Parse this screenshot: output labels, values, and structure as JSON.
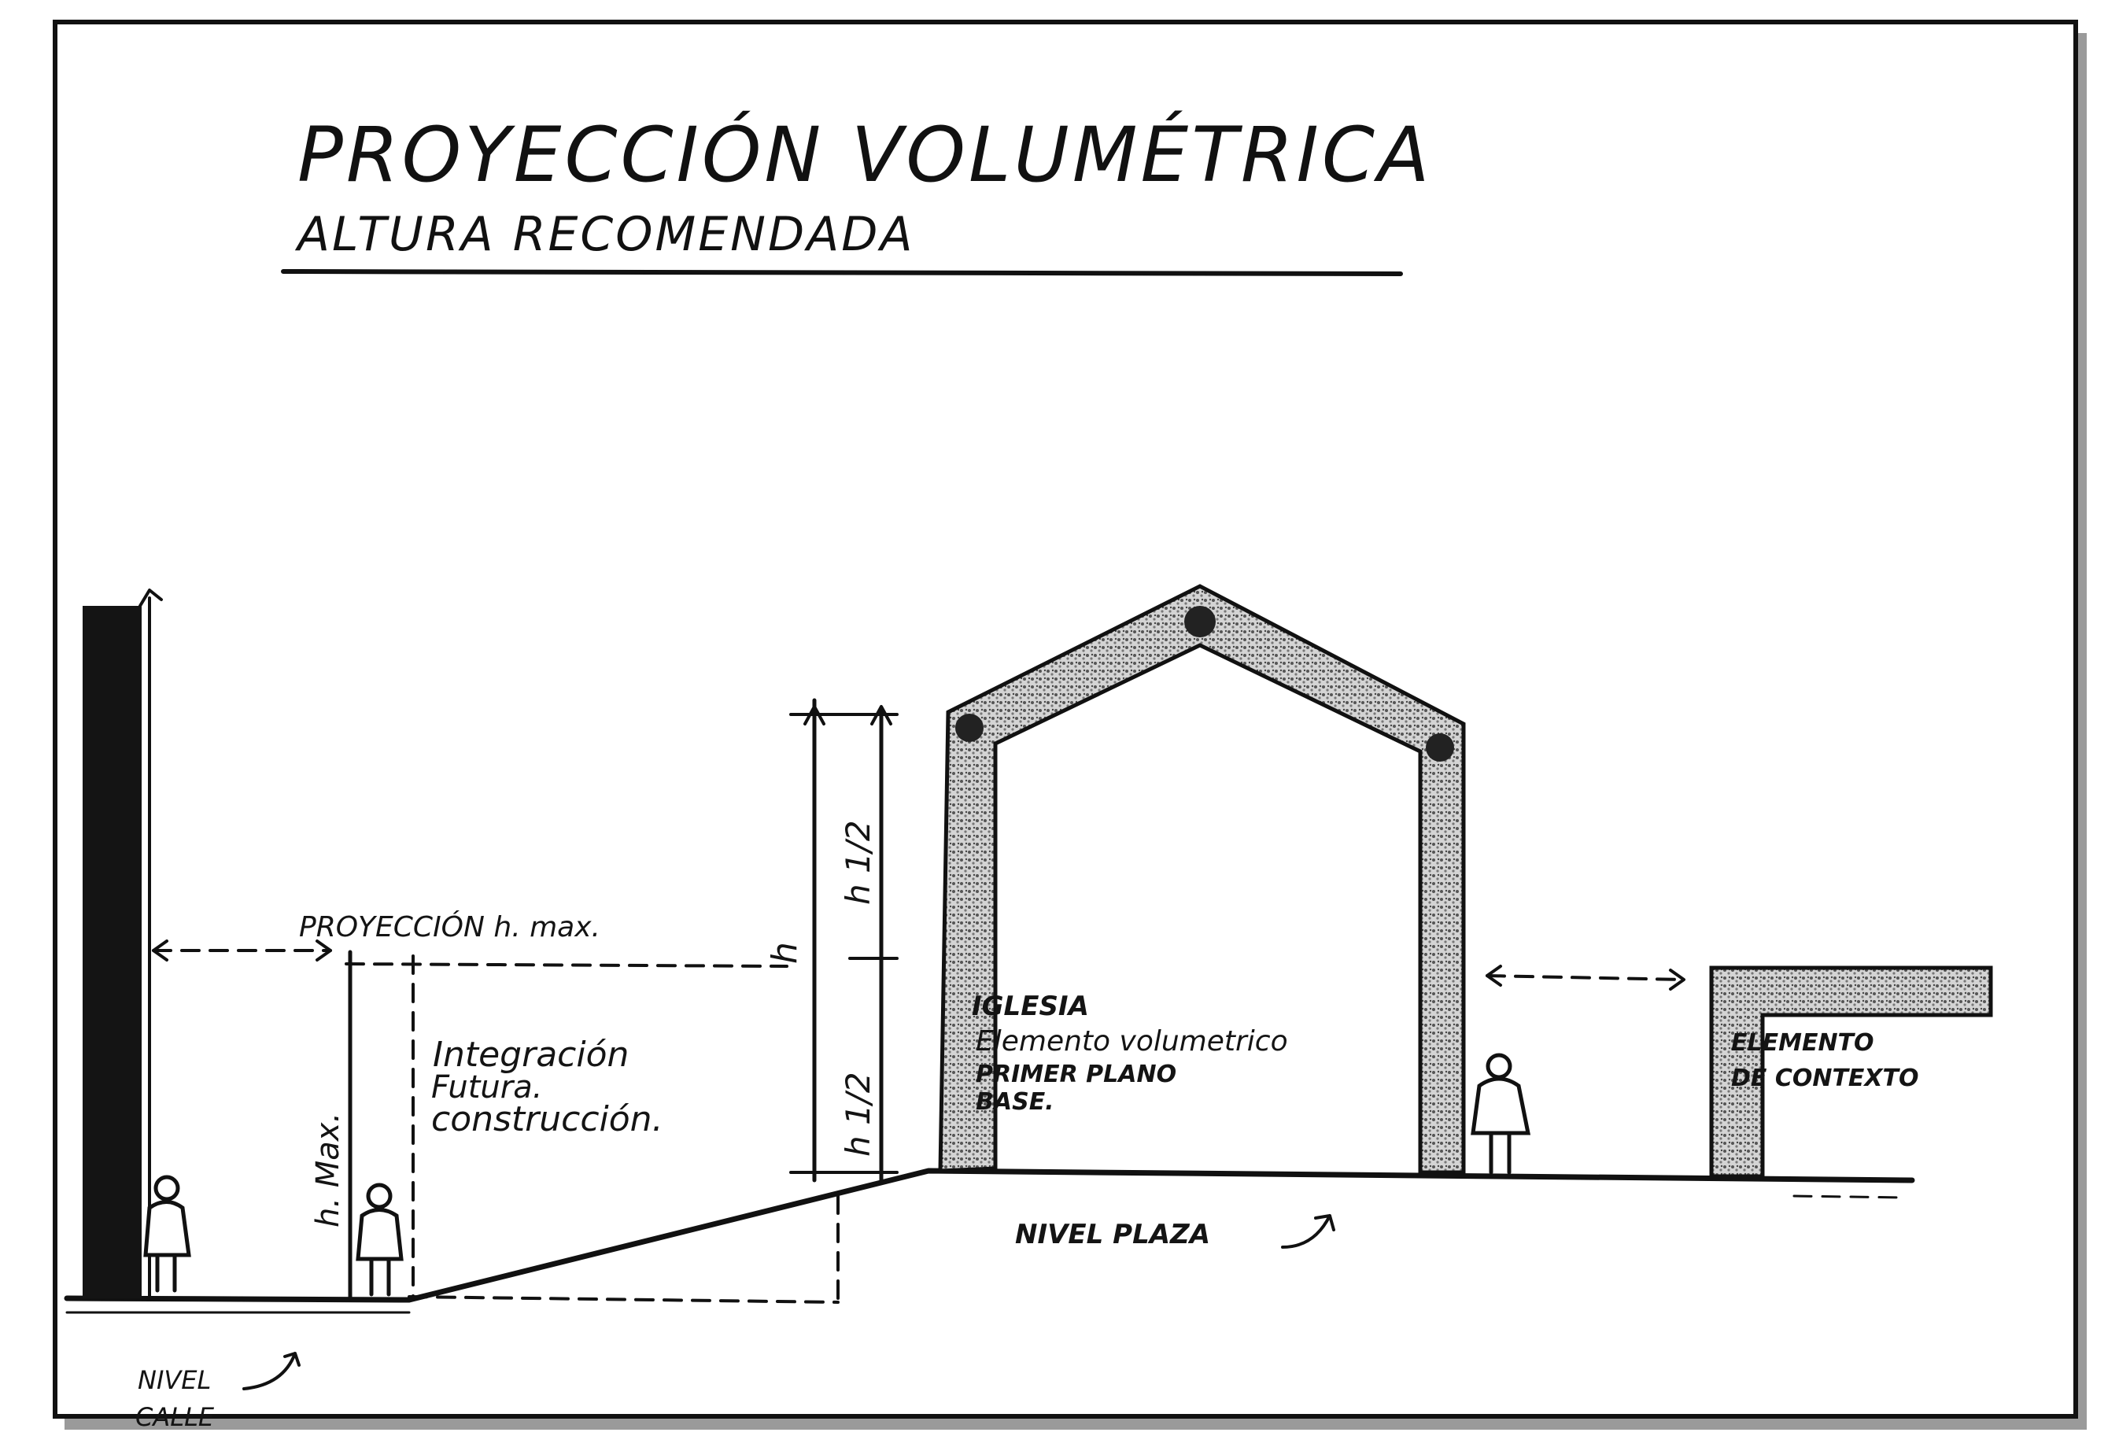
{
  "title": "PROYECCIÓN  VOLUMÉTRICA",
  "subtitle": "ALTURA RECOMENDADA",
  "labels": {
    "proyeccion_h_max": "PROYECCIÓN h. max.",
    "h_max": "h. Max.",
    "integracion": [
      "Integración",
      "Futura.",
      "construcción."
    ],
    "h": "h",
    "h_half_upper": "h 1/2",
    "h_half_lower": "h 1/2",
    "iglesia": [
      "IGLESIA",
      "Elemento volumetrico",
      "PRIMER PLANO",
      "BASE."
    ],
    "contexto": [
      "ELEMENTO",
      "DE CONTEXTO"
    ],
    "nivel_plaza": "NIVEL PLAZA",
    "nivel_calle": [
      "NIVEL",
      "CALLE"
    ]
  },
  "colors": {
    "ink": "#111111",
    "paper": "#ffffff",
    "frame_shadow": "#9a9a9a",
    "stipple": "#bdbdbd"
  }
}
